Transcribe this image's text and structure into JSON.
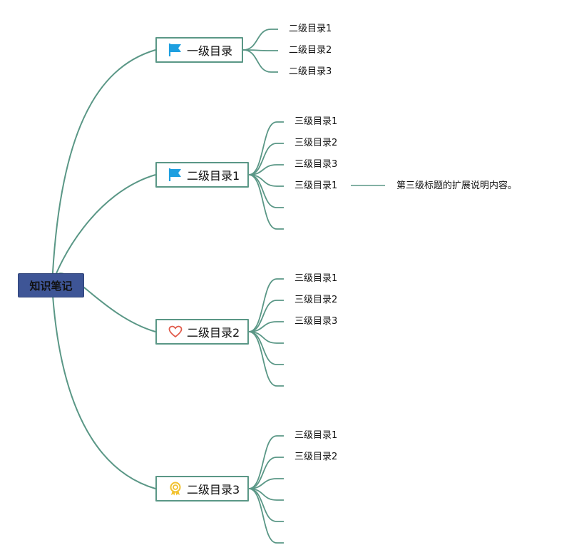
{
  "colors": {
    "link": "#5a9786",
    "root_fill": "#3e5596",
    "flag_blue": "#1e9fe0",
    "heart_red": "#e05a4a",
    "badge_yellow": "#f2c230"
  },
  "root": {
    "label": "知识笔记"
  },
  "branches": [
    {
      "label": "一级目录",
      "icon": "flag-icon",
      "children": [
        "二级目录1",
        "二级目录2",
        "二级目录3"
      ]
    },
    {
      "label": "二级目录1",
      "icon": "flag-icon",
      "children": [
        "三级目录1",
        "三级目录2",
        "三级目录3",
        "三级目录1",
        "",
        ""
      ]
    },
    {
      "label": "二级目录2",
      "icon": "heart-icon",
      "children": [
        "三级目录1",
        "三级目录2",
        "三级目录3",
        "",
        "",
        ""
      ]
    },
    {
      "label": "二级目录3",
      "icon": "award-badge-icon",
      "children": [
        "三级目录1",
        "三级目录2",
        "",
        "",
        "",
        ""
      ]
    }
  ],
  "note": {
    "text": "第三级标题的扩展说明内容。"
  }
}
